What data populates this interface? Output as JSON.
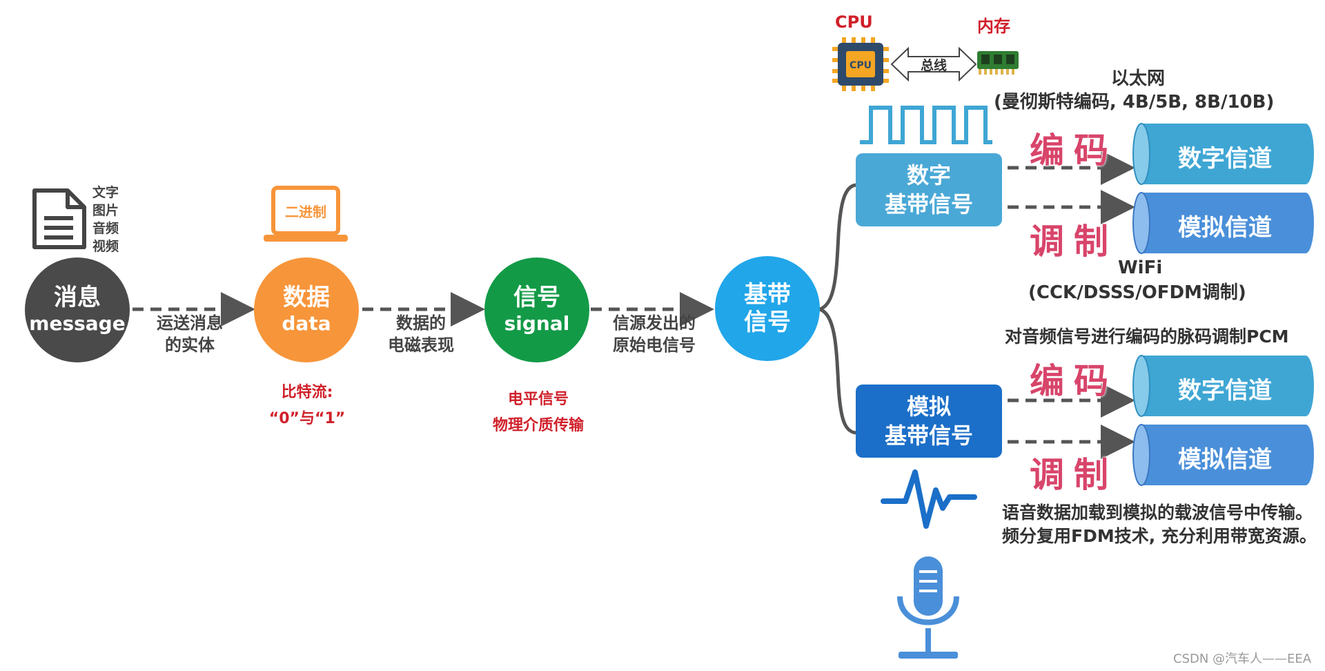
{
  "colors": {
    "message": "#4a4a4a",
    "data": "#f7953a",
    "signal": "#139a47",
    "baseband": "#21a6ea",
    "digital_box": "#4aa8d6",
    "analog_box": "#1b6fc8",
    "red_text": "#d0202a",
    "pink_text": "#d8446a"
  },
  "message": {
    "cn": "消息",
    "en": "message",
    "media": [
      "文字",
      "图片",
      "音频",
      "视频"
    ],
    "icon": "document-icon"
  },
  "data": {
    "cn": "数据",
    "en": "data",
    "laptop_label": "二进制",
    "icon": "laptop-icon",
    "note_line1": "比特流:",
    "note_line2": "“0”与“1”"
  },
  "signal": {
    "cn": "信号",
    "en": "signal",
    "note_line1": "电平信号",
    "note_line2": "物理介质传输"
  },
  "baseband": {
    "line1": "基带",
    "line2": "信号"
  },
  "arrows": [
    {
      "line1": "运送消息",
      "line2": "的实体"
    },
    {
      "line1": "数据的",
      "line2": "电磁表现"
    },
    {
      "line1": "信源发出的",
      "line2": "原始电信号"
    }
  ],
  "cpu_bus": {
    "cpu": "CPU",
    "memory": "内存",
    "bus": "总线",
    "chip_text": "CPU"
  },
  "digital_baseband": {
    "line1": "数字",
    "line2": "基带信号",
    "ethernet_title": "以太网",
    "ethernet_detail": "(曼彻斯特编码, 4B/5B, 8B/10B)",
    "encode": "编码",
    "modulate": "调制",
    "wifi_title": "WiFi",
    "wifi_detail": "(CCK/DSSS/OFDM调制)"
  },
  "analog_baseband": {
    "line1": "模拟",
    "line2": "基带信号",
    "pcm_note": "对音频信号进行编码的脉码调制PCM",
    "encode": "编码",
    "modulate": "调制",
    "voice_note_line1": "语音数据加载到模拟的载波信号中传输。",
    "voice_note_line2": "频分复用FDM技术, 充分利用带宽资源。"
  },
  "channels": {
    "digital": "数字信道",
    "analog": "模拟信道"
  },
  "watermark": "CSDN @汽车人——EEA"
}
